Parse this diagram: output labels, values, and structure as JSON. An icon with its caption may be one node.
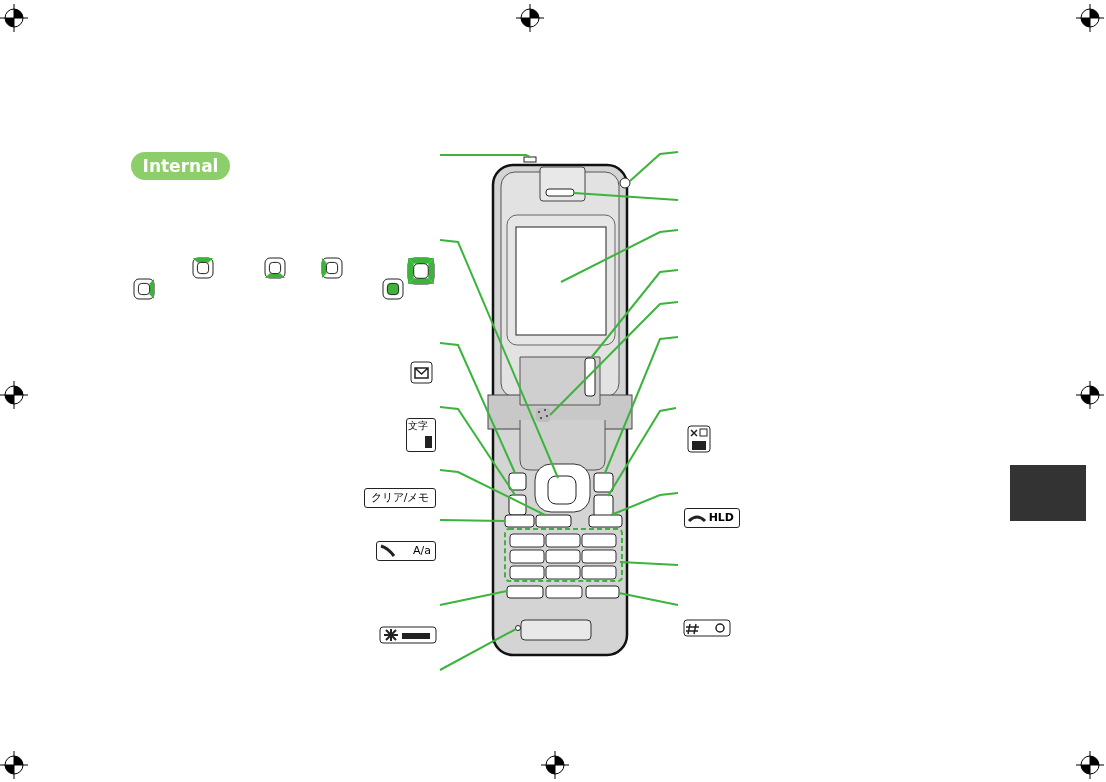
{
  "diagram": {
    "nodes": [
      {
        "text": [],
        "shape": "box"
      },
      {
        "text": [],
        "shape": "box"
      },
      {
        "text": [],
        "shape": "box"
      },
      {
        "text": [],
        "shape": "box"
      },
      {
        "text": [],
        "shape": "box"
      },
      {
        "text": [],
        "shape": "box"
      },
      {
        "text": [],
        "shape": "box"
      },
      {
        "text": [],
        "shape": "circle"
      },
      {
        "text": [],
        "shape": "circle"
      },
      {
        "text": [],
        "shape": "box"
      },
      {
        "text": [],
        "shape": "box"
      },
      {
        "text": [],
        "shape": "box"
      },
      {
        "text": [],
        "shape": "box"
      },
      {
        "text": [],
        "shape": "box"
      },
      {
        "text": [],
        "shape": "box"
      },
      {
        "text": [],
        "shape": "box"
      },
      {
        "text": [],
        "shape": "box"
      },
      {
        "text": [],
        "shape": "box"
      }
    ],
    "edges": [
      {
        "from": null,
        "to": 0,
        "arrow": "none"
      },
      {
        "from": null,
        "to": 1,
        "arrow": "none"
      },
      {
        "from": null,
        "to": 2,
        "arrow": "none"
      },
      {
        "from": null,
        "to": 3,
        "arrow": "none"
      },
      {
        "from": null,
        "to": 4,
        "arrow": "none"
      },
      {
        "from": null,
        "to": 5,
        "arrow": "none"
      },
      {
        "from": null,
        "to": 6,
        "arrow": "none"
      },
      {
        "from": null,
        "to": 7,
        "arrow": "none"
      },
      {
        "from": null,
        "to": 8,
        "arrow": "none"
      },
      {
        "from": null,
        "to": 9,
        "arrow": "none"
      },
      {
        "from": null,
        "to": 10,
        "arrow": "none"
      },
      {
        "from": null,
        "to": 11,
        "arrow": "none"
      },
      {
        "from": null,
        "to": 12,
        "arrow": "none"
      },
      {
        "from": null,
        "to": 13,
        "arrow": "none"
      },
      {
        "from": null,
        "to": 14,
        "arrow": "none"
      },
      {
        "from": null,
        "to": 15,
        "arrow": "none"
      },
      {
        "from": null,
        "to": 16,
        "arrow": "none"
      },
      {
        "from": null,
        "to": 17,
        "arrow": "none"
      }
    ],
    "labels": [
      "Internal",
      "文字",
      "クリア/メモ",
      "A/a",
      "HLD"
    ]
  }
}
